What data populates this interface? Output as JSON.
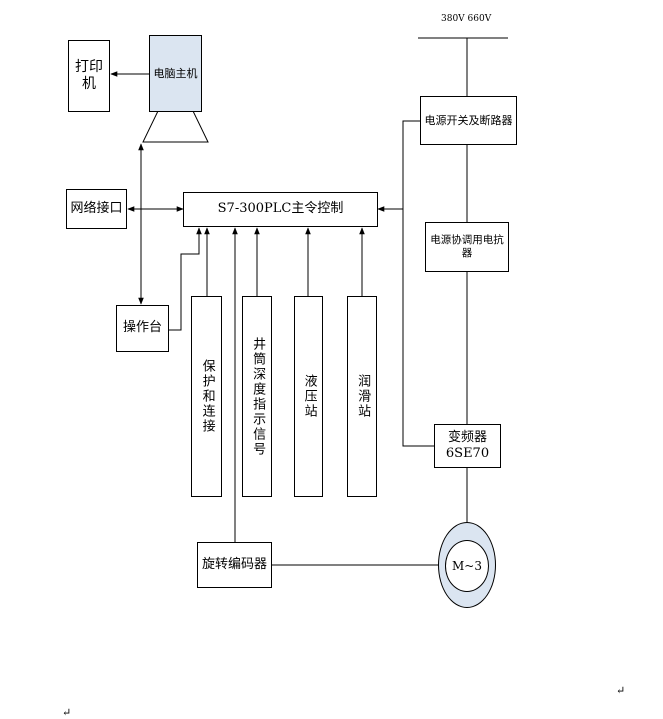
{
  "supply": {
    "label": "380V  660V"
  },
  "nodes": {
    "printer": "打印机",
    "pc": "电脑主机",
    "network": "网络接口",
    "plc": "S7-300PLC主令控制",
    "console": "操作台",
    "protection": "保护和连接",
    "depth": "井筒深度指示信号",
    "hydraulic": "液压站",
    "lube": "润滑站",
    "breaker": "电源开关及断路器",
    "reactor": "电源协调用电抗器",
    "inverter": {
      "line1": "变频器",
      "line2": "6SE70"
    },
    "encoder": "旋转编码器",
    "motor": "M~3"
  },
  "marks": {
    "paragraph": "↵"
  }
}
